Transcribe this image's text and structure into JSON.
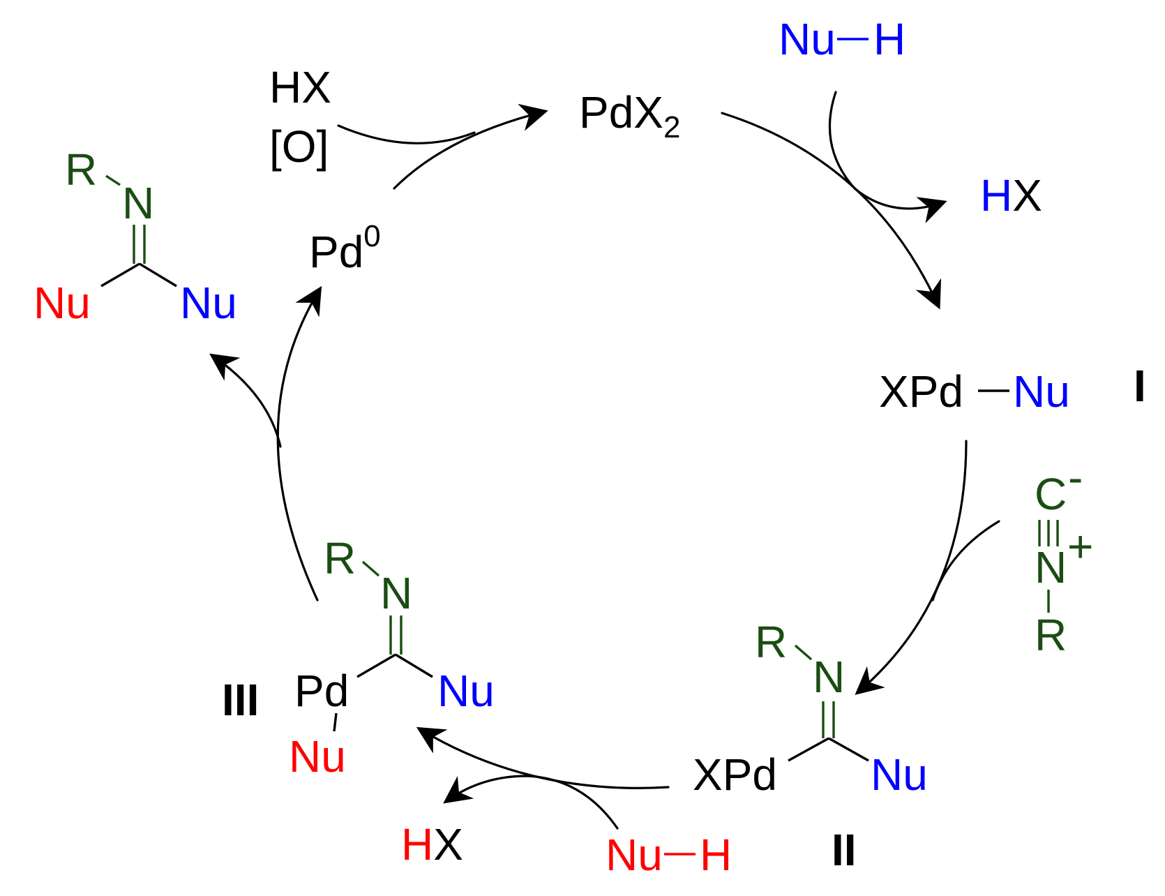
{
  "colors": {
    "black": "#000000",
    "nucleophile_1": "#0000ff",
    "nucleophile_2": "#ff0000",
    "isocyanide": "#1a4d12"
  },
  "labels": {
    "pdx2": "PdX",
    "pdx2_sub": "2",
    "pd0": "Pd",
    "pd0_sup": "0",
    "hx_top": "HX",
    "oxidant": "[O]",
    "nuh_blue_nu": "Nu",
    "nuh_blue_h": "H",
    "hx_blue_h": "H",
    "hx_blue_x": "X",
    "intermediate_I_xpd": "XPd",
    "intermediate_I_nu": "Nu",
    "roman_I": "I",
    "isocyanide_c": "C",
    "isocyanide_charge_minus": "-",
    "isocyanide_n": "N",
    "isocyanide_charge_plus": "+",
    "isocyanide_r": "R",
    "intermediate_II_r": "R",
    "intermediate_II_n": "N",
    "intermediate_II_xpd": "XPd",
    "intermediate_II_nu": "Nu",
    "roman_II": "II",
    "nuh_red_nu": "Nu",
    "nuh_red_h": "H",
    "hx_red_h": "H",
    "hx_red_x": "X",
    "intermediate_III_r": "R",
    "intermediate_III_n": "N",
    "intermediate_III_pd": "Pd",
    "intermediate_III_nu_blue": "Nu",
    "intermediate_III_nu_red": "Nu",
    "roman_III": "III",
    "product_r": "R",
    "product_n": "N",
    "product_nu_red": "Nu",
    "product_nu_blue": "Nu"
  }
}
